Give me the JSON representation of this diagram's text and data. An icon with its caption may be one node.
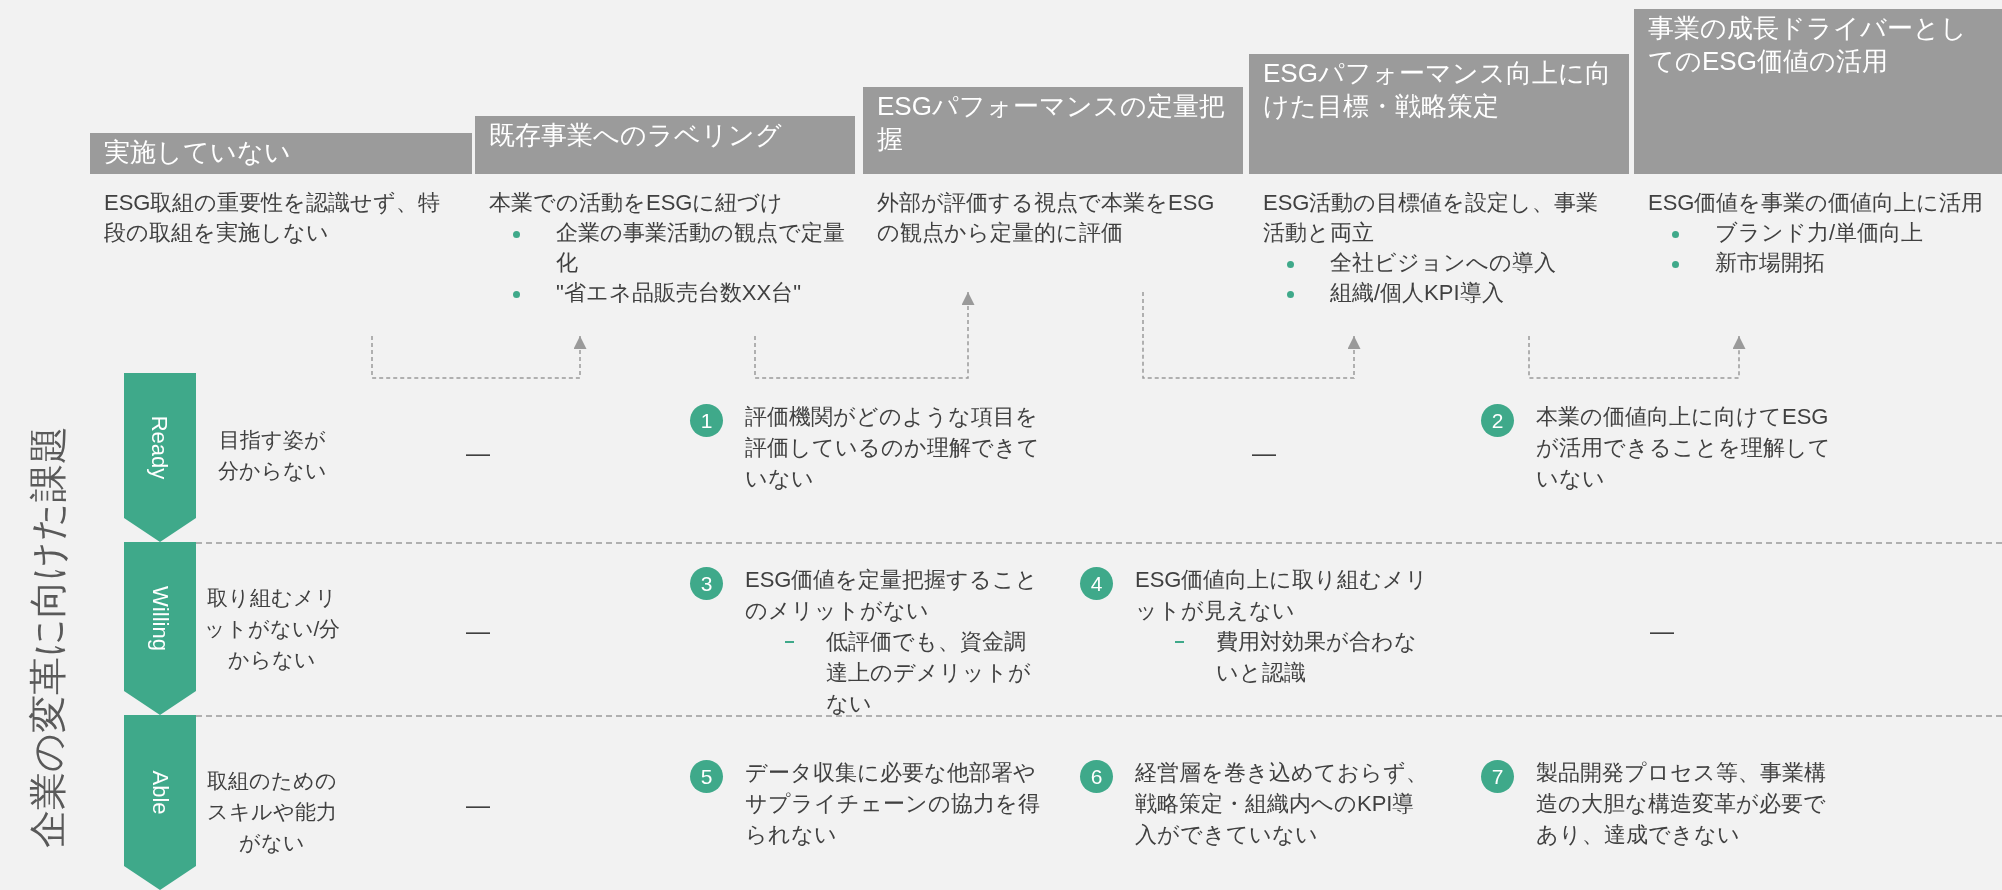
{
  "diagram": {
    "nodes": [
      {
        "text": [
          "実施していない",
          "ESG取組の重要性を認識せず、特段の取組を実施しない"
        ]
      },
      {
        "text": [
          "既存事業へのラベリング",
          "本業での活動をESGに紐づけ",
          "企業の事業活動の観点で定量化",
          "\"省エネ品販売台数XX台\""
        ]
      },
      {
        "text": [
          "ESGパフォーマンスの定量把握",
          "外部が評価する視点で本業をESGの観点から定量的に評価"
        ]
      },
      {
        "text": [
          "ESGパフォーマンス向上に向けた目標・戦略策定",
          "ESG活動の目標値を設定し、事業活動と両立",
          "全社ビジョンへの導入",
          "組織/個人KPI導入"
        ]
      },
      {
        "text": [
          "事業の成長ドライバーとしてのESG価値の活用",
          "ESG価値を事業の価値向上に活用",
          "ブランド力/単価向上",
          "新市場開拓"
        ]
      },
      {
        "text": [
          "Ready"
        ]
      },
      {
        "text": [
          "1"
        ],
        "beside": [
          "評価機関がどのような項目を評価しているのか理解できていない"
        ]
      },
      {
        "text": [
          "2"
        ],
        "beside": [
          "本業の価値向上に向けてESGが活用できることを理解していない"
        ]
      },
      {
        "text": [
          "Willing"
        ]
      },
      {
        "text": [
          "3"
        ],
        "beside": [
          "ESG価値を定量把握することのメリットがない",
          "低評価でも、資金調達上のデメリットがない"
        ]
      },
      {
        "text": [
          "4"
        ],
        "beside": [
          "ESG価値向上に取り組むメリットが見えない",
          "費用対効果が合わないと認識"
        ]
      },
      {
        "text": [
          "Able"
        ]
      },
      {
        "text": [
          "5"
        ],
        "beside": [
          "データ収集に必要な他部署やサプライチェーンの協力を得られない"
        ]
      },
      {
        "text": [
          "6"
        ],
        "beside": [
          "経営層を巻き込めておらず、戦略策定・組織内へのKPI導入ができていない"
        ]
      },
      {
        "text": [
          "7"
        ],
        "beside": [
          "製品開発プロセス等、事業構造の大胆な構造変革が必要であり、達成できない"
        ]
      }
    ],
    "edges": [
      {
        "from": 0,
        "to": 1,
        "arrow": "to",
        "style": "dashed"
      },
      {
        "from": 1,
        "to": 2,
        "arrow": "to",
        "style": "dashed"
      },
      {
        "from": 2,
        "to": 3,
        "arrow": "to",
        "style": "dashed"
      },
      {
        "from": 3,
        "to": 4,
        "arrow": "to",
        "style": "dashed"
      }
    ],
    "labels": [
      "企業の変革に向けた課題",
      "目指す姿が分からない",
      "―",
      "―",
      "取り組むメリットがない/分からない",
      "―",
      "―",
      "取組のためのスキルや能力がない",
      "―"
    ]
  }
}
